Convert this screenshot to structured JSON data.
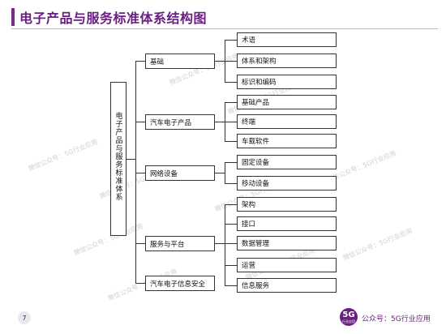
{
  "title": "电子产品与服务标准体系结构图",
  "root": {
    "label": "电子产品与服务标准体系"
  },
  "categories": [
    {
      "label": "基础",
      "children": [
        "术语",
        "体系和架构",
        "标识和编码"
      ]
    },
    {
      "label": "汽车电子产品",
      "children": [
        "基础产品",
        "终端",
        "车载软件"
      ]
    },
    {
      "label": "网络设备",
      "children": [
        "固定设备",
        "移动设备"
      ]
    },
    {
      "label": "服务与平台",
      "children": [
        "架构",
        "接口",
        "数据管理",
        "运营",
        "信息服务"
      ]
    },
    {
      "label": "汽车电子信息安全",
      "children": []
    }
  ],
  "watermark": "微信公众号：5G行业应用",
  "footer": {
    "page_number": "7",
    "logo_big": "5G",
    "logo_small": "行业应用",
    "account_text": "公众号：5G行业应用"
  },
  "colors": {
    "accent": "#6a1f80",
    "line": "#333333"
  }
}
